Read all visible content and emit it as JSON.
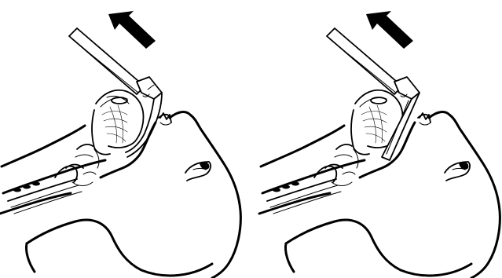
{
  "figure": {
    "panels": [
      {
        "id": "left",
        "blade_style": "curved"
      },
      {
        "id": "right",
        "blade_style": "straight"
      }
    ],
    "line_color": "#000000",
    "background": "#ffffff",
    "arrow_icon": "arrow-up-left-icon"
  }
}
